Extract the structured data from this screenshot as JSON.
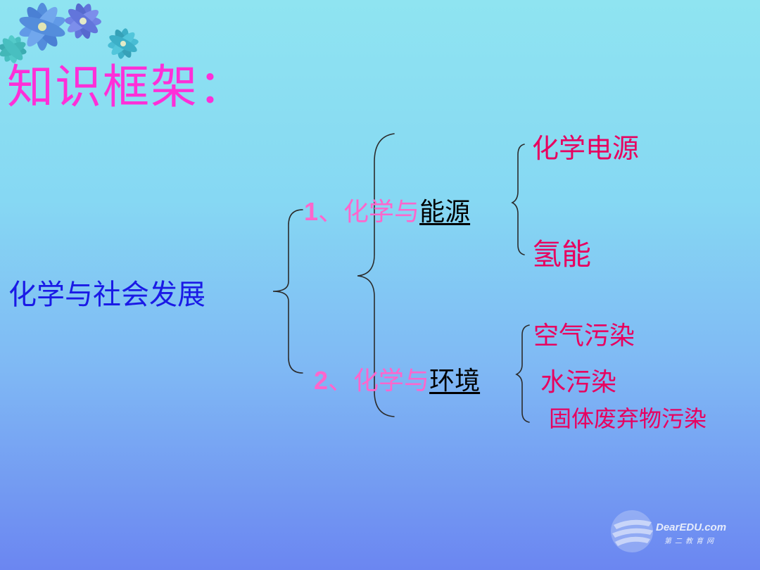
{
  "title": "知识框架：",
  "root": "化学与社会发展",
  "branches": [
    {
      "num": "1",
      "sep": "、",
      "prefix": "化学与",
      "key": "能源",
      "leaves": [
        "化学电源",
        "氢能"
      ]
    },
    {
      "num": "2",
      "sep": "、",
      "prefix": "化学与",
      "key": "环境",
      "leaves": [
        "空气污染",
        "水污染",
        "固体废弃物污染"
      ]
    }
  ],
  "watermark": {
    "brand": "DearEDU.com",
    "sub": "第二教育网"
  },
  "colors": {
    "title": "#ff2fd8",
    "root": "#1a1ae6",
    "branch": "#ff66cc",
    "leaf": "#e8005f"
  }
}
